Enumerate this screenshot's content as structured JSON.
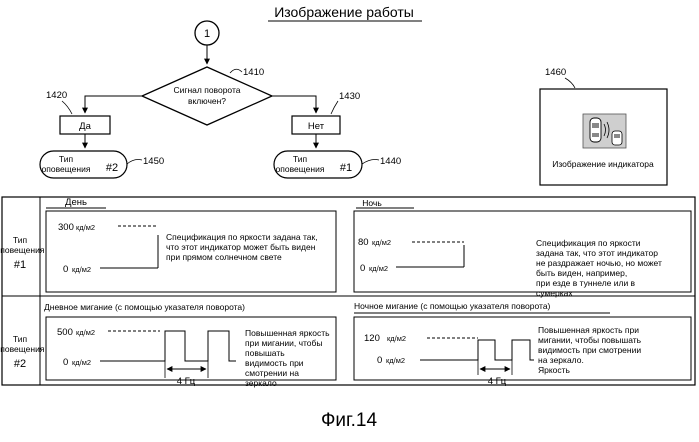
{
  "title": "Изображение работы",
  "figure_caption": "Фиг.14",
  "flowchart": {
    "start_connector": "1",
    "decision": {
      "ref": "1410",
      "line1": "Сигнал поворота",
      "line2": "включен?"
    },
    "yes_box": {
      "ref": "1420",
      "label": "Да"
    },
    "no_box": {
      "ref": "1430",
      "label": "Нет"
    },
    "terminal_2": {
      "ref": "1450",
      "line1": "Тип",
      "line2": "оповещения",
      "number": "#2"
    },
    "terminal_1": {
      "ref": "1440",
      "line1": "Тип",
      "line2": "оповещения",
      "number": "#1"
    }
  },
  "indicator_image": {
    "ref": "1460",
    "caption": "Изображение индикатора"
  },
  "table": {
    "row1": {
      "label_line1": "Тип",
      "label_line2": "оповещения",
      "label_line3": "#1",
      "day": {
        "header": "День",
        "high_value": "300",
        "low_value": "0",
        "unit": "кд/м2",
        "desc": [
          "Спецификация по яркости задана так,",
          "что этот индикатор может быть виден",
          "при прямом солнечном свете"
        ]
      },
      "night": {
        "header": "Ночь",
        "high_value": "80",
        "low_value": "0",
        "unit": "кд/м2",
        "desc": [
          "Спецификация по яркости",
          "задана так, что этот индикатор",
          "не раздражает ночью, но может",
          "быть виден, например,",
          " при езде в туннеле или в",
          "сумерках"
        ]
      }
    },
    "row2": {
      "label_line1": "Тип",
      "label_line2": "оповещения",
      "label_line3": "#2",
      "day": {
        "header": "Дневное мигание (с помощью указателя поворота)",
        "high_value": "500",
        "low_value": "0",
        "unit": "кд/м2",
        "frequency": "4 Гц",
        "desc": [
          "Повышенная яркость",
          "при мигании, чтобы",
          "повышать",
          "видимость при",
          "смотрении на",
          "зеркало"
        ]
      },
      "night": {
        "header": "Ночное мигание (с помощью указателя поворота)",
        "high_value": "120",
        "low_value": "0",
        "unit": "кд/м2",
        "frequency": "4 Гц",
        "desc": [
          "Повышенная яркость при",
          "мигании, чтобы повышать",
          "видимость при смотрении",
          "на зеркало.",
          "Яркость"
        ]
      }
    }
  }
}
